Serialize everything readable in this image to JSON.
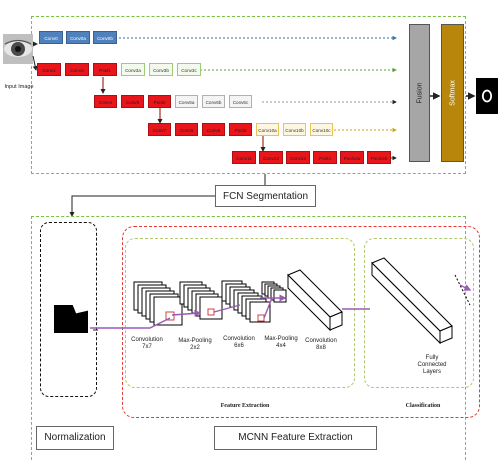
{
  "input": {
    "label": "Input Image"
  },
  "fcn": {
    "rows": [
      {
        "name": "row-1",
        "blocks": [
          {
            "label": "Conv0",
            "style": "blue"
          },
          {
            "label": "Conv0a",
            "style": "blue"
          },
          {
            "label": "Conv0b",
            "style": "blue"
          }
        ]
      },
      {
        "name": "row-2",
        "blocks": [
          {
            "label": "Conv1",
            "style": "red"
          },
          {
            "label": "Conv2",
            "style": "red"
          },
          {
            "label": "Pool1",
            "style": "red"
          },
          {
            "label": "Conv3a",
            "style": "green"
          },
          {
            "label": "Conv3b",
            "style": "green"
          },
          {
            "label": "Conv3c",
            "style": "green"
          }
        ]
      },
      {
        "name": "row-3",
        "blocks": [
          {
            "label": "Conv4",
            "style": "red"
          },
          {
            "label": "Conv5",
            "style": "red"
          },
          {
            "label": "Pool2",
            "style": "red"
          },
          {
            "label": "Conv6a",
            "style": "gray"
          },
          {
            "label": "Conv6b",
            "style": "gray"
          },
          {
            "label": "Conv6c",
            "style": "gray"
          }
        ]
      },
      {
        "name": "row-4",
        "blocks": [
          {
            "label": "Conv7",
            "style": "red"
          },
          {
            "label": "Conv8",
            "style": "red"
          },
          {
            "label": "Conv9",
            "style": "red"
          },
          {
            "label": "Pool3",
            "style": "red"
          },
          {
            "label": "Conv10a",
            "style": "yellow"
          },
          {
            "label": "Conv10b",
            "style": "yellow"
          },
          {
            "label": "Conv10c",
            "style": "yellow"
          }
        ]
      },
      {
        "name": "row-5",
        "blocks": [
          {
            "label": "Conv11",
            "style": "red"
          },
          {
            "label": "Conv12",
            "style": "red"
          },
          {
            "label": "Conv13",
            "style": "red"
          },
          {
            "label": "Pool4",
            "style": "red"
          },
          {
            "label": "Pool14a",
            "style": "red"
          },
          {
            "label": "Pool14b",
            "style": "red"
          }
        ]
      }
    ],
    "fusion": "Fusion",
    "softmax": "Softmax",
    "section_label": "FCN Segmentation"
  },
  "mcnn": {
    "layers": [
      {
        "label": "Convolution",
        "size": "7x7"
      },
      {
        "label": "Max-Pooling",
        "size": "2x2"
      },
      {
        "label": "Convolution",
        "size": "6x6"
      },
      {
        "label": "Max-Pooling",
        "size": "4x4"
      },
      {
        "label": "Convolution",
        "size": "8x8"
      }
    ],
    "fully_connected": "Fully Connected Layers",
    "feature_extraction": "Feature Extraction",
    "classification": "Classification",
    "normalization": "Normalization",
    "section_label": "MCNN Feature Extraction"
  },
  "colors": {
    "green_dash": "#7ac143",
    "red_dash": "#e53935",
    "fusion": "#a6a6a6",
    "softmax": "#b8860b",
    "red_block": "#e8151b",
    "blue_block": "#4f81bd",
    "purple_arrow": "#9b59b6"
  }
}
